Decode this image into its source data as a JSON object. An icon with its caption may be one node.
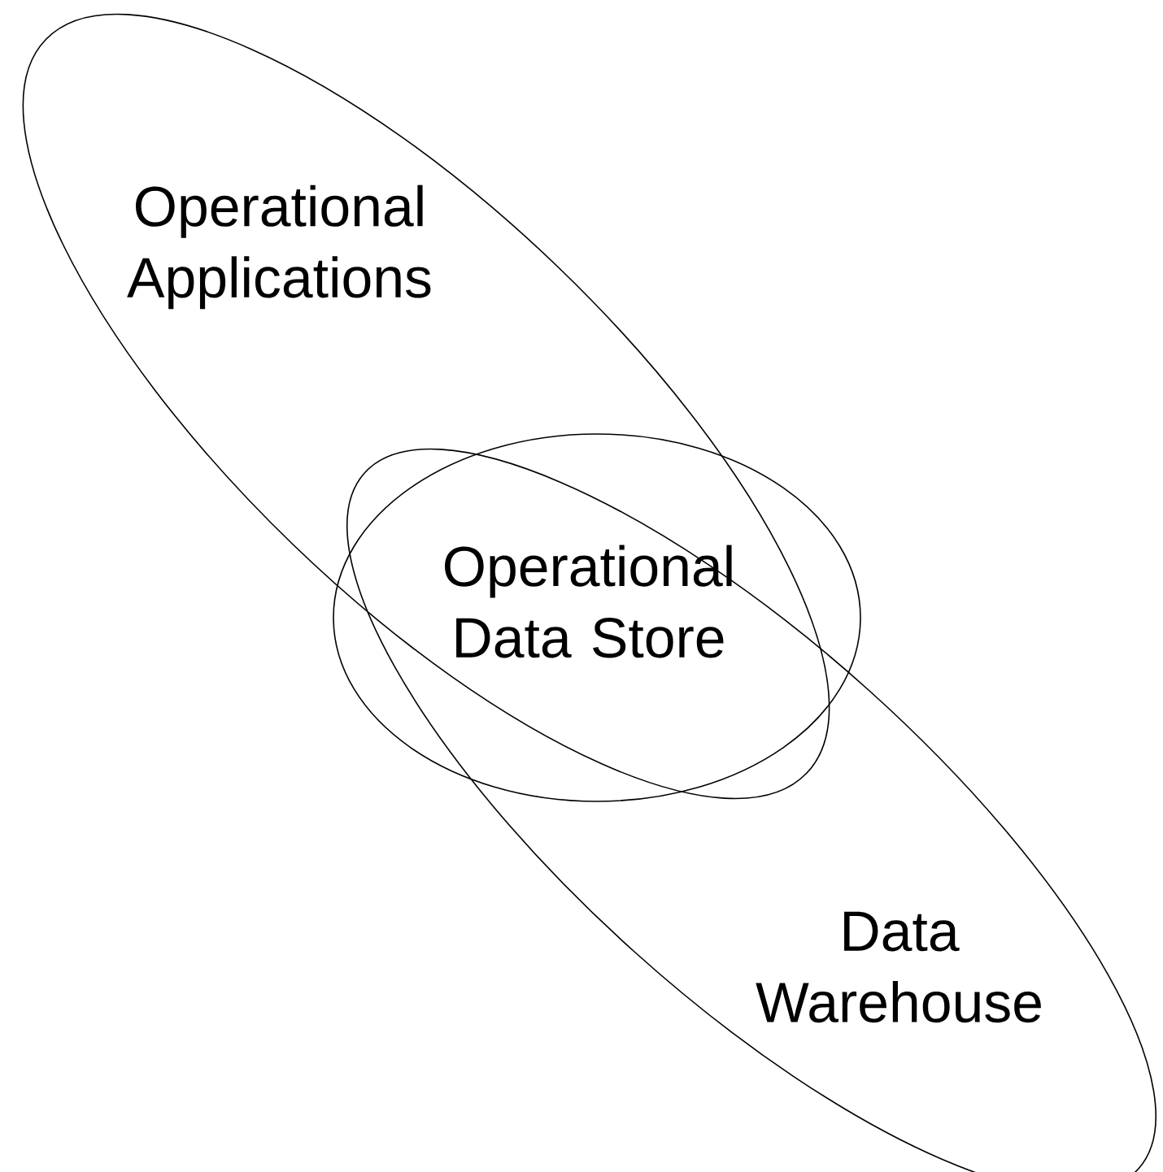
{
  "diagram": {
    "nodes": [
      {
        "text": [
          "Operational Applications"
        ]
      },
      {
        "text": [
          "Operational Data Store"
        ]
      },
      {
        "text": [
          "Data Warehouse"
        ]
      }
    ]
  }
}
